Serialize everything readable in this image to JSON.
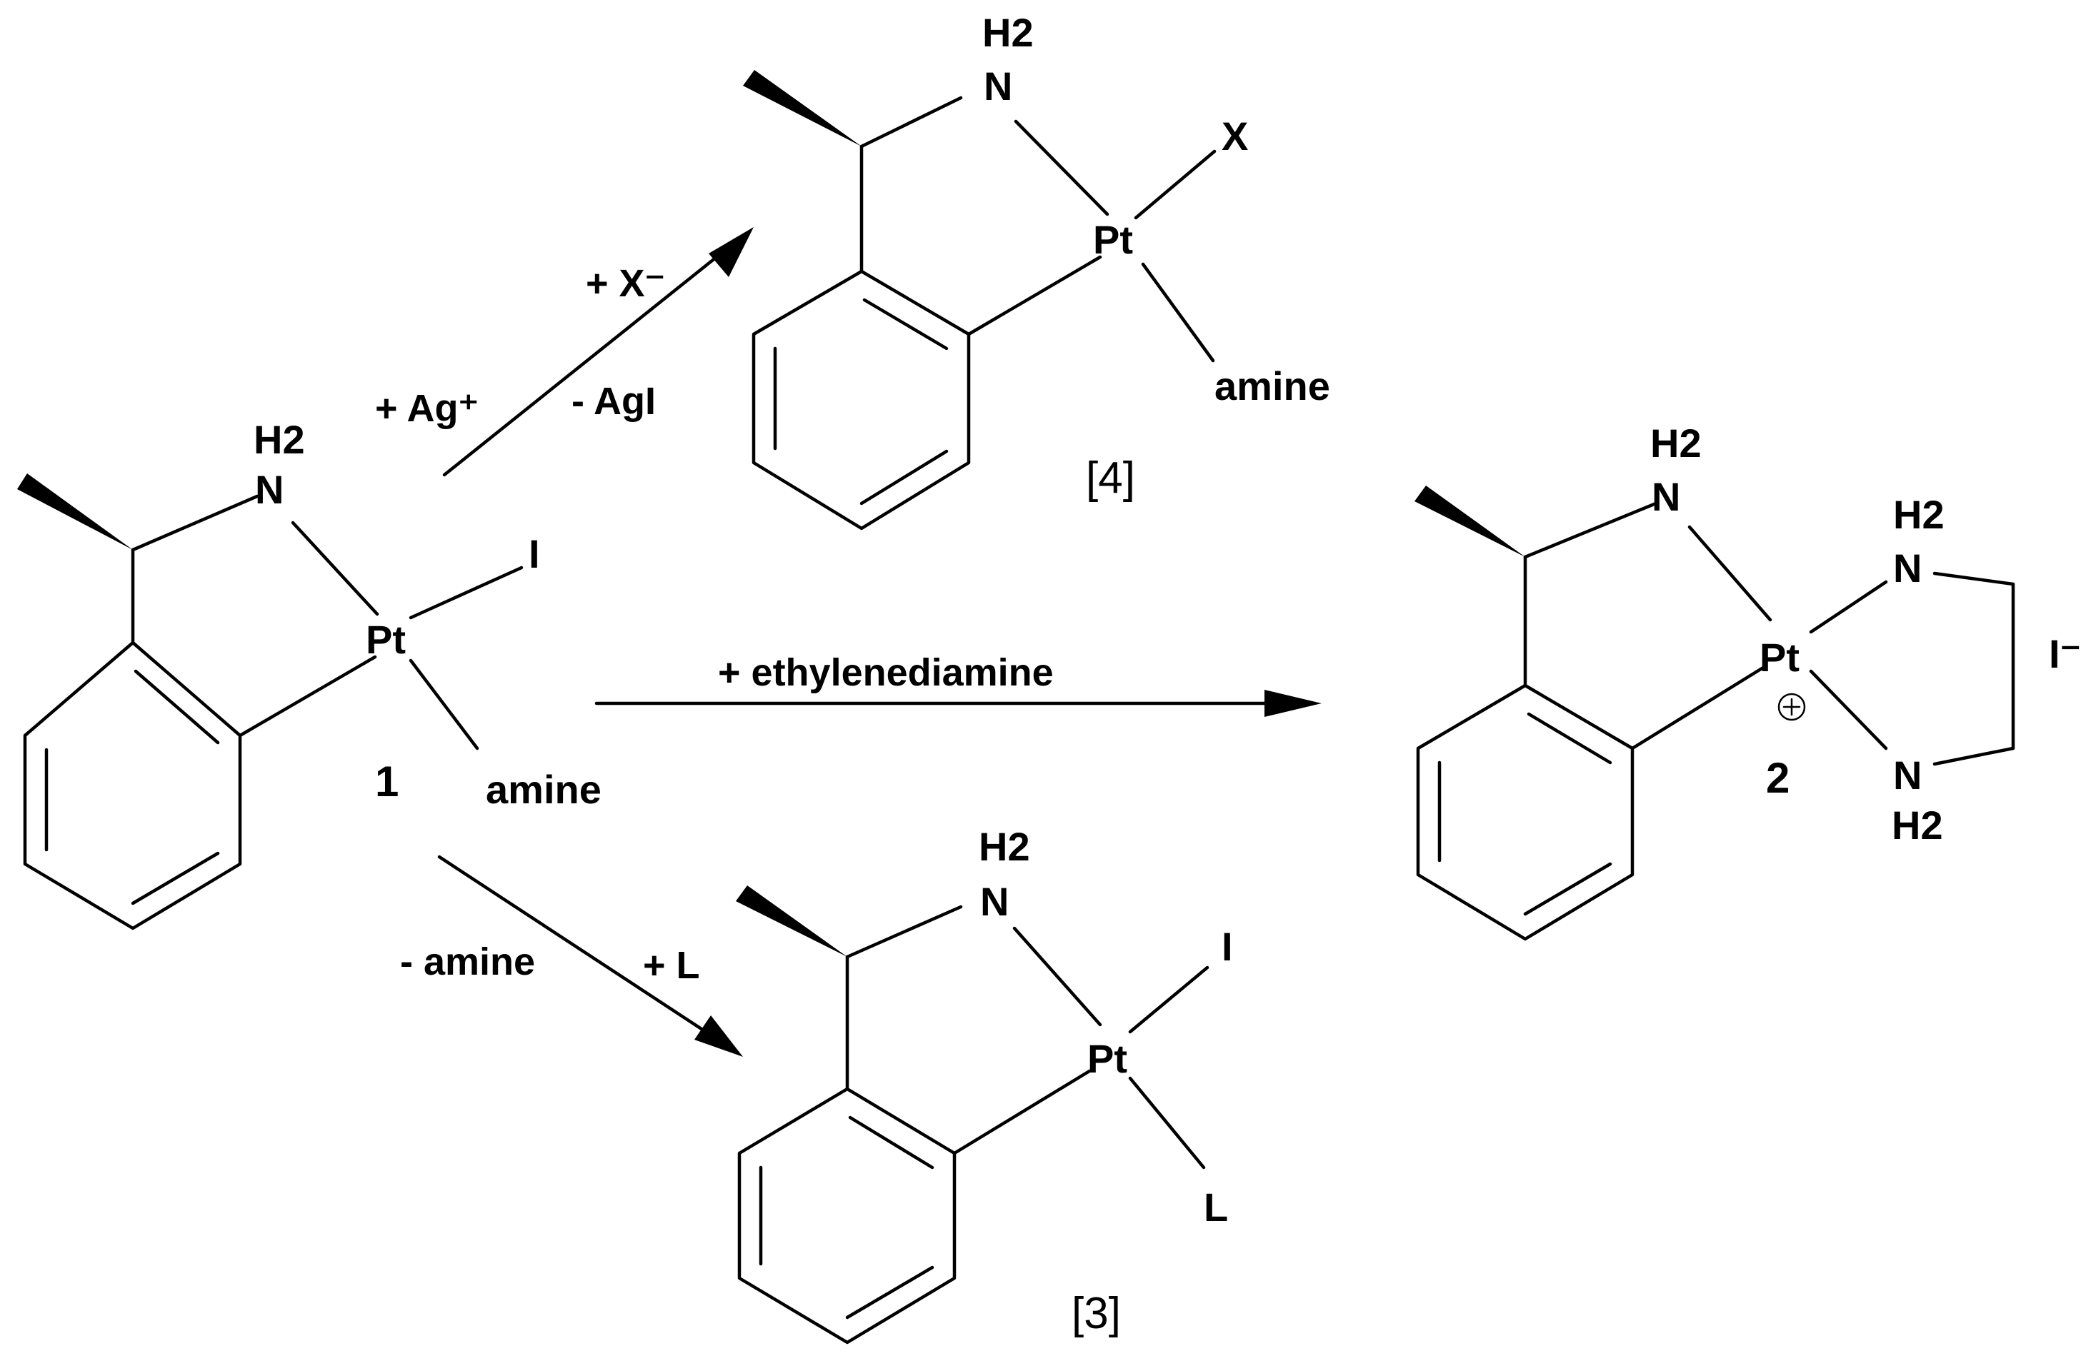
{
  "scheme": {
    "atoms": {
      "h2": "H2",
      "n": "N",
      "pt": "Pt",
      "iodide": "I",
      "amine": "amine",
      "x": "X",
      "l": "L",
      "counter_ion": "I⁻",
      "charge": "⊕"
    },
    "compounds": {
      "c1": {
        "label": "1"
      },
      "c2": {
        "label": "2"
      },
      "c3": {
        "label": "[3]"
      },
      "c4": {
        "label": "[4]"
      }
    },
    "arrows": {
      "to_c4": {
        "reagents": [
          "+ X⁻",
          "+ Ag⁺",
          "- AgI"
        ]
      },
      "to_c2": {
        "reagents": [
          "+ ethylenediamine"
        ]
      },
      "to_c3": {
        "reagents": [
          "- amine",
          "+ L"
        ]
      }
    }
  }
}
